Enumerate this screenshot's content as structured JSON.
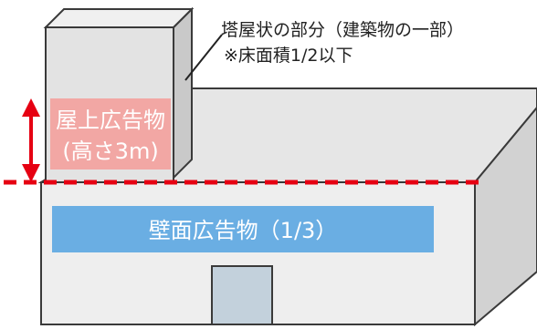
{
  "annotation": {
    "line1": "塔屋状の部分（建築物の一部）",
    "line2": "※床面積1/2以下"
  },
  "rooftop_sign": {
    "line1": "屋上広告物",
    "line2": "(高さ3m)"
  },
  "wall_sign": {
    "label": "壁面広告物（1/3）"
  },
  "colors": {
    "wall_front": "#eeeeee",
    "wall_side": "#d2d2d2",
    "roof": "#e6e6e6",
    "tower_front": "#e3e3e3",
    "tower_side": "#c9c9c9",
    "outline": "#3a3a3a",
    "rooftop_sign": "#f2a7a4",
    "wall_sign": "#6aaee3",
    "door": "#c3d1dc",
    "height_arrow": "#e60012",
    "dashed_line": "#e60012"
  }
}
